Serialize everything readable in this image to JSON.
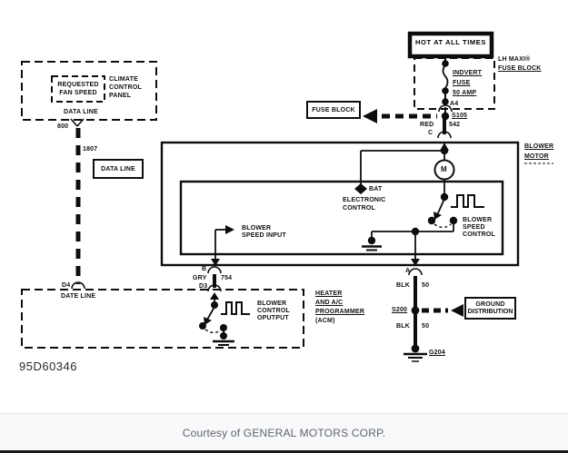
{
  "diagram": {
    "part_number": "95D60346",
    "hot_box_label": "HOT AT ALL TIMES",
    "lh_fuse_block": {
      "l1": "LH MAXI®",
      "l2": "FUSE BLOCK"
    },
    "fuse": {
      "name": "INDVERT",
      "type": "FUSE",
      "rating": "50 AMP",
      "pin": "A4"
    },
    "splice_s105": "S105",
    "fuse_block_callout": "FUSE BLOCK",
    "wire_red": {
      "color": "RED",
      "circuit": "542",
      "pin": "C"
    },
    "blower_motor": {
      "l1": "BLOWER",
      "l2": "MOTOR"
    },
    "motor_symbol": "M",
    "bat_label": "BAT",
    "electronic_control": {
      "l1": "ELECTRONIC",
      "l2": "CONTROL"
    },
    "blower_speed_control": {
      "l1": "BLOWER",
      "l2": "SPEED",
      "l3": "CONTROL"
    },
    "blower_speed_input": {
      "l1": "BLOWER",
      "l2": "SPEED INPUT"
    },
    "pin_b": "B",
    "wire_gry": {
      "color": "GRY",
      "circuit": "754"
    },
    "pin_d3": "D3",
    "pin_a": "A",
    "wire_blk_upper": {
      "color": "BLK",
      "circuit": "50"
    },
    "splice_s200": "S200",
    "ground_distribution": {
      "l1": "GROUND",
      "l2": "DISTRIBUTION"
    },
    "wire_blk_lower": {
      "color": "BLK",
      "circuit": "50"
    },
    "ground_g204": "G204",
    "climate_panel": {
      "requested": {
        "l1": "REQUESTED",
        "l2": "FAN SPEED"
      },
      "name": {
        "l1": "CLIMATE",
        "l2": "CONTROL",
        "l3": "PANEL"
      },
      "data_line": "DATA LINE",
      "pin": "800"
    },
    "wire_1807": "1807",
    "data_line_box": "DATA LINE",
    "pin_d4": "D4",
    "date_line": "DATE LINE",
    "acm": {
      "output": {
        "l1": "BLOWER",
        "l2": "CONTROL",
        "l3": "OPUTPUT"
      },
      "name": {
        "l1": "HEATER",
        "l2": "AND A/C",
        "l3": "PROGRAMMER",
        "l4": "(ACM)"
      }
    },
    "line_color": "#0d0d0d"
  },
  "footer": {
    "credit": "Courtesy of GENERAL MOTORS CORP."
  }
}
